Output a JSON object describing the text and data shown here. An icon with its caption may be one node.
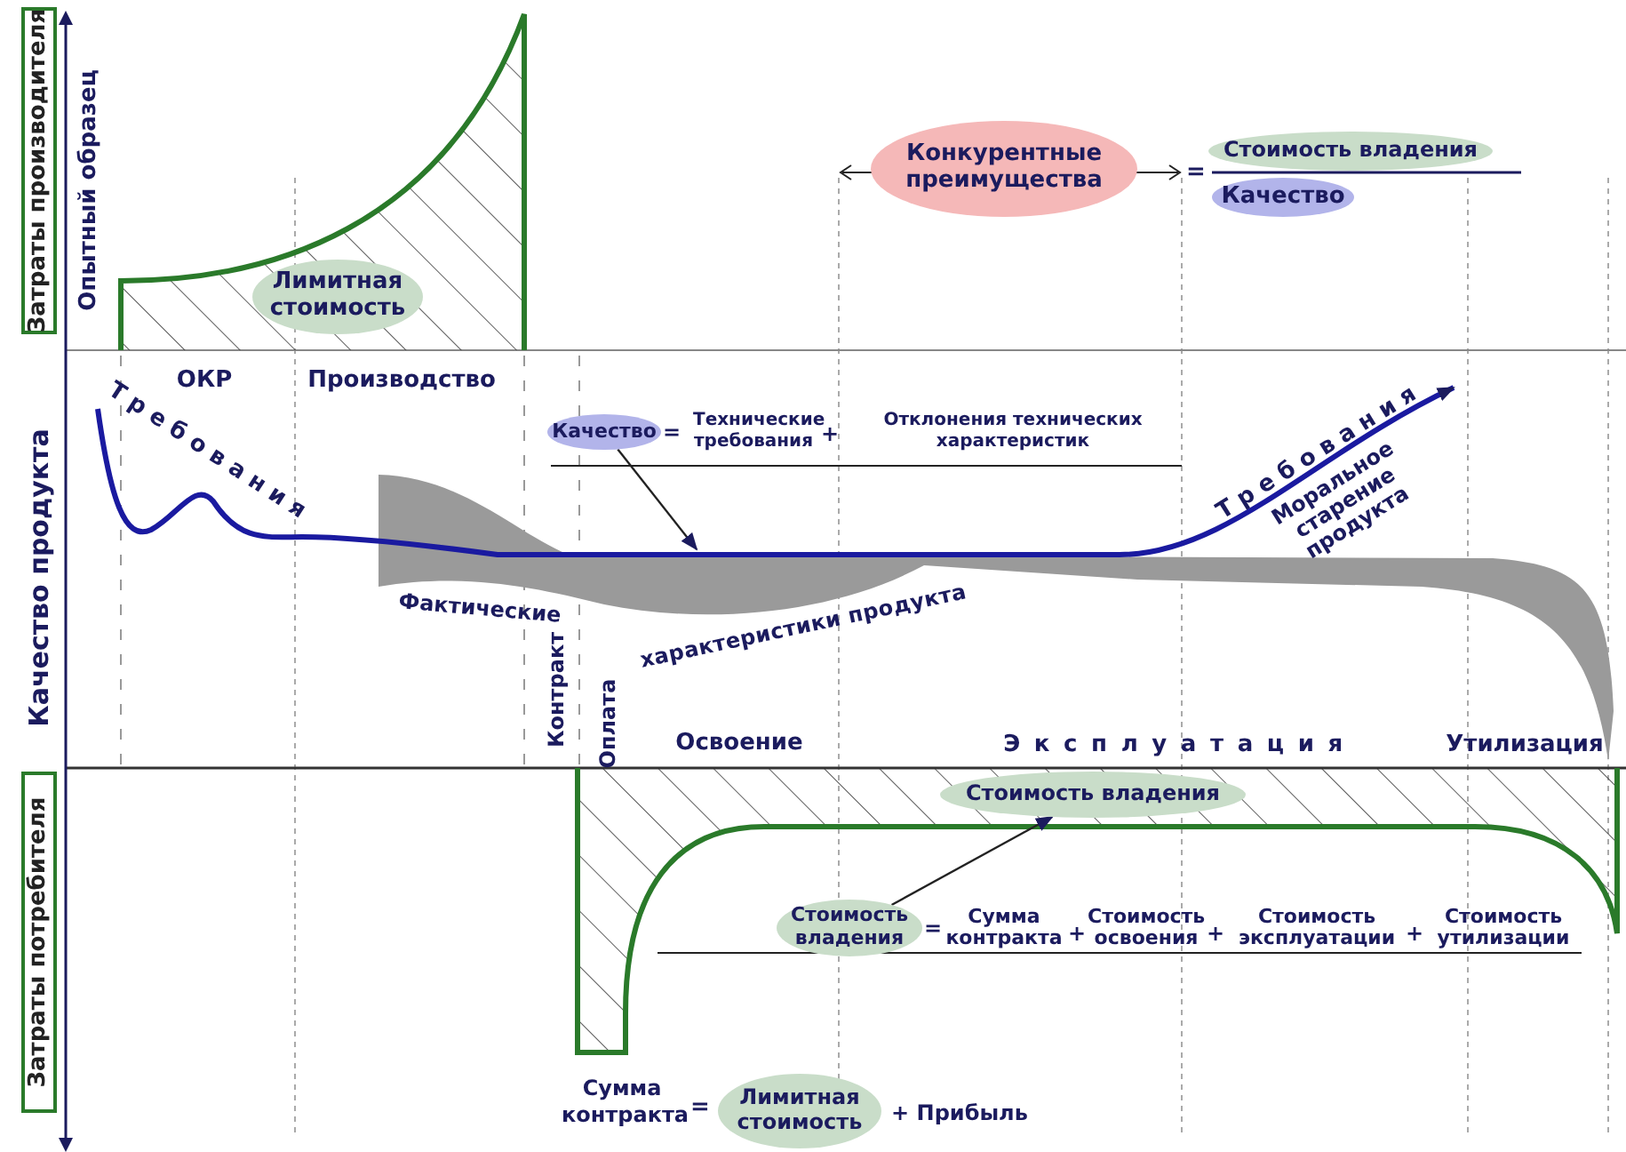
{
  "diagram": {
    "nodes": [
      {
        "text": [
          "Затраты производителя"
        ]
      },
      {
        "text": [
          "Затраты потребителя"
        ]
      },
      {
        "text": [
          "Лимитная стоимость"
        ]
      },
      {
        "text": [
          "Конкурентные преимущества"
        ]
      },
      {
        "text": [
          "Стоимость владения"
        ]
      },
      {
        "text": [
          "Качество"
        ]
      },
      {
        "text": [
          "Качество"
        ]
      },
      {
        "text": [
          "Стоимость владения"
        ]
      },
      {
        "text": [
          "Стоимость владения"
        ]
      },
      {
        "text": [
          "Лимитная стоимость"
        ]
      }
    ],
    "edges": [
      {
        "from": 6,
        "to": null,
        "arrow": "to"
      },
      {
        "from": 8,
        "to": 7,
        "arrow": "to"
      }
    ],
    "labels": [
      "Опытный образец",
      "=",
      "ОКР",
      "Производство",
      "Качество продукта",
      "Требования",
      "=",
      "Технические требования",
      "+",
      "Отклонения технических характеристик",
      "Требования",
      "Моральное старение продукта",
      "Фактические",
      "характеристики продукта",
      "Контракт",
      "Оплата",
      "Освоение",
      "Эксплуатация",
      "Утилизация",
      "=",
      "Сумма контракта",
      "+",
      "Стоимость освоения",
      "+",
      "Стоимость эксплуатации",
      "+",
      "Стоимость утилизации",
      "Сумма контракта",
      "=",
      "+ Прибыль"
    ]
  }
}
